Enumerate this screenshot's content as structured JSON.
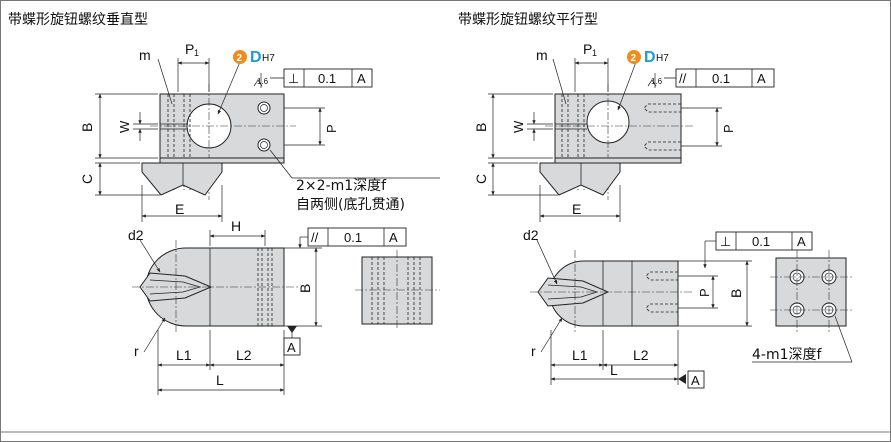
{
  "left": {
    "title": "带蝶形旋钮螺纹垂直型",
    "labels": {
      "m": "m",
      "p1_p": "P",
      "p1_sub": "1",
      "badge": "2",
      "d": "D",
      "h7": "H7",
      "roughness": "1.6",
      "tol_symbol": "⊥",
      "tol_value": "0.1",
      "datum": "A",
      "B": "B",
      "W": "W",
      "P": "P",
      "C": "C",
      "E": "E",
      "note1": "2×2-m1深度f",
      "note2": "自两侧(底孔贯通)",
      "H": "H",
      "d2": "d2",
      "par_symbol": "//",
      "par_value": "0.1",
      "par_datum": "A",
      "B2": "B",
      "r": "r",
      "L1": "L1",
      "L2": "L2",
      "L": "L",
      "datum_bottom": "A"
    }
  },
  "right": {
    "title": "带蝶形旋钮螺纹平行型",
    "labels": {
      "m": "m",
      "p1_p": "P",
      "p1_sub": "1",
      "badge": "2",
      "d": "D",
      "h7": "H7",
      "roughness": "1.6",
      "par_symbol": "//",
      "tol_value": "0.1",
      "datum": "A",
      "B": "B",
      "W": "W",
      "P": "P",
      "C": "C",
      "E": "E",
      "d2": "d2",
      "perp_symbol": "⊥",
      "perp_value": "0.1",
      "perp_datum": "A",
      "P2": "P",
      "B2": "B",
      "r": "r",
      "L1": "L1",
      "L2": "L2",
      "L": "L",
      "datum_bottom": "A",
      "note": "4-m1深度f"
    }
  },
  "colors": {
    "badge": "#f08c1e",
    "d_letter": "#1e9ad6",
    "part_fill": "#d7d9db"
  }
}
